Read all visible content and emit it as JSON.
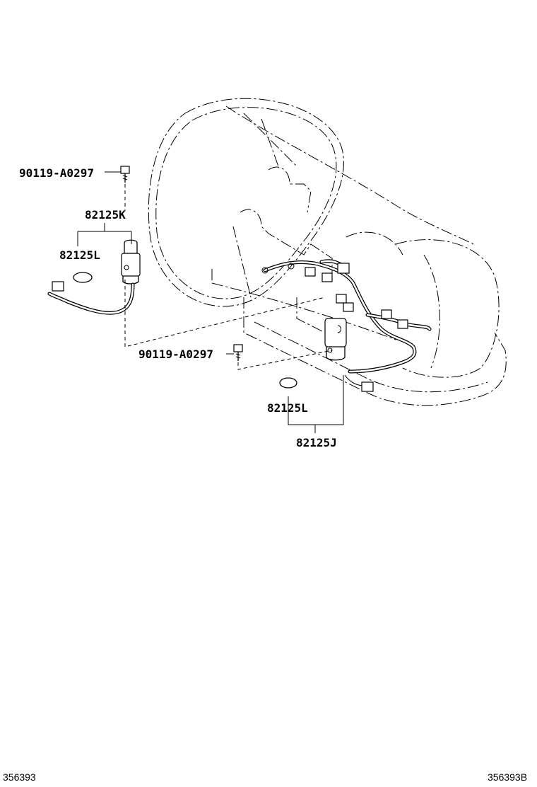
{
  "labels": {
    "bolt_upper": "90119-A0297",
    "sensor_k": "82125K",
    "oring_left": "82125L",
    "bolt_lower": "90119-A0297",
    "oring_right": "82125L",
    "sensor_j": "82125J"
  },
  "footer": {
    "left_code": "356393",
    "right_code": "356393B"
  }
}
